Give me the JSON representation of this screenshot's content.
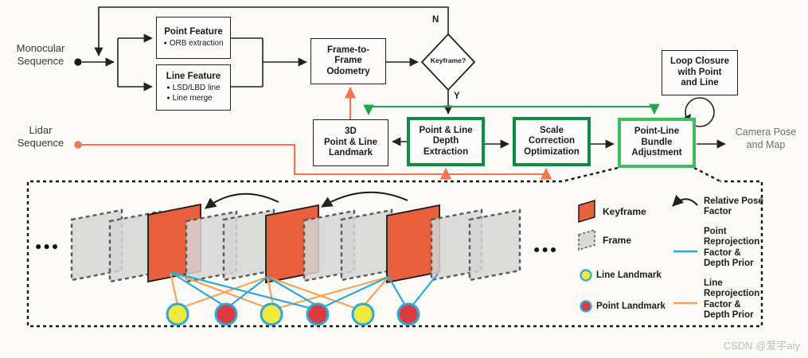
{
  "colors": {
    "keyframe_orange": "#E8613C",
    "frame_gray": "#D5D5D5",
    "dark_green_border": "#0E8C45",
    "bright_green_border": "#3FBC62",
    "green_line": "#1FA64A",
    "lidar_salmon": "#F4764F",
    "point_factor_blue": "#2BA9DC",
    "line_factor_orange": "#F6A456",
    "line_landmark_yellow": "#F2E93F",
    "point_landmark_red": "#DE3B41"
  },
  "flowchart": {
    "bullet": "●",
    "inputs": {
      "monocular": [
        "Monocular",
        "Sequence"
      ],
      "lidar": [
        "Lidar",
        "Sequence"
      ]
    },
    "output": [
      "Camera Pose",
      "and Map"
    ],
    "decision": {
      "label": "Keyframe?",
      "yes": "Y",
      "no": "N"
    },
    "boxes": {
      "point_feature": {
        "title": "Point Feature",
        "items": [
          "ORB extraction"
        ]
      },
      "line_feature": {
        "title": "Line Feature",
        "items": [
          "LSD/LBD line",
          "Line merge"
        ]
      },
      "odometry": {
        "lines": [
          "Frame-to-",
          "Frame",
          "Odometry"
        ]
      },
      "landmark_3d": {
        "lines": [
          "3D",
          "Point & Line",
          "Landmark"
        ]
      },
      "depth_extraction": {
        "lines": [
          "Point & Line",
          "Depth",
          "Extraction"
        ]
      },
      "scale_correction": {
        "lines": [
          "Scale",
          "Correction",
          "Optimization"
        ]
      },
      "bundle_adjustment": {
        "lines": [
          "Point-Line",
          "Bundle",
          "Adjustment"
        ]
      },
      "loop_closure": {
        "lines": [
          "Loop Closure",
          "with Point",
          "and Line"
        ]
      }
    }
  },
  "factor_graph": {
    "ellipsis": "●●●",
    "legend": {
      "keyframe": "Keyframe",
      "frame": "Frame",
      "line_landmark": "Line Landmark",
      "point_landmark": "Point Landmark",
      "relative_pose": [
        "Relative Pose",
        "Factor"
      ],
      "point_reprojection": [
        "Point",
        "Reprojection",
        "Factor &",
        "Depth Prior"
      ],
      "line_reprojection": [
        "Line",
        "Reprojection",
        "Factor &",
        "Depth Prior"
      ]
    }
  },
  "watermark": "CSDN @爱宇aiy"
}
